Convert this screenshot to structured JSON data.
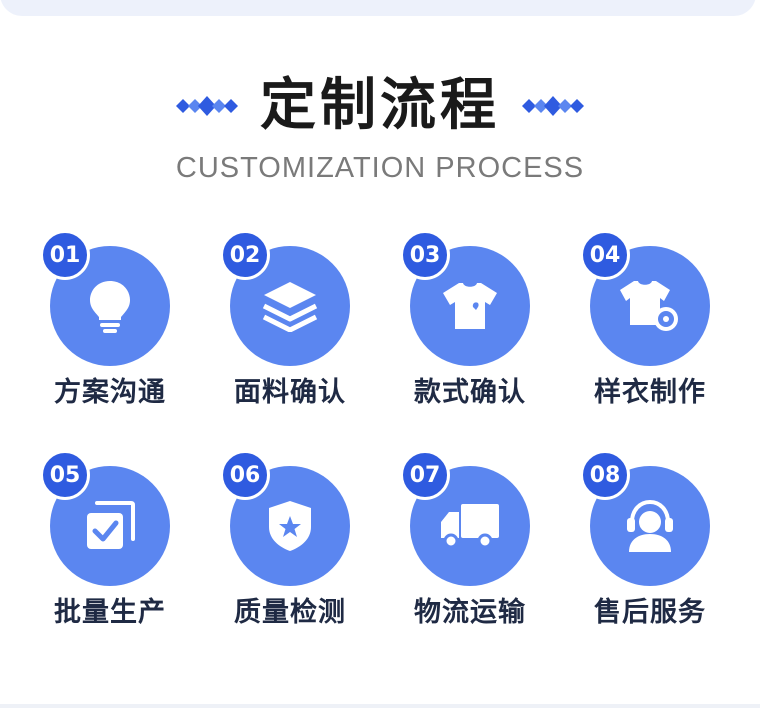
{
  "header": {
    "title": "定制流程",
    "subtitle": "CUSTOMIZATION PROCESS"
  },
  "colors": {
    "circle": "#5b86f0",
    "badge": "#2f5be0",
    "title": "#1a1a1a"
  },
  "steps": [
    {
      "num": "01",
      "label": "方案沟通",
      "icon": "lightbulb-icon"
    },
    {
      "num": "02",
      "label": "面料确认",
      "icon": "layers-icon"
    },
    {
      "num": "03",
      "label": "款式确认",
      "icon": "tshirt-icon"
    },
    {
      "num": "04",
      "label": "样衣制作",
      "icon": "tshirt-gear-icon"
    },
    {
      "num": "05",
      "label": "批量生产",
      "icon": "check-stack-icon"
    },
    {
      "num": "06",
      "label": "质量检测",
      "icon": "shield-star-icon"
    },
    {
      "num": "07",
      "label": "物流运输",
      "icon": "truck-icon"
    },
    {
      "num": "08",
      "label": "售后服务",
      "icon": "headset-icon"
    }
  ]
}
